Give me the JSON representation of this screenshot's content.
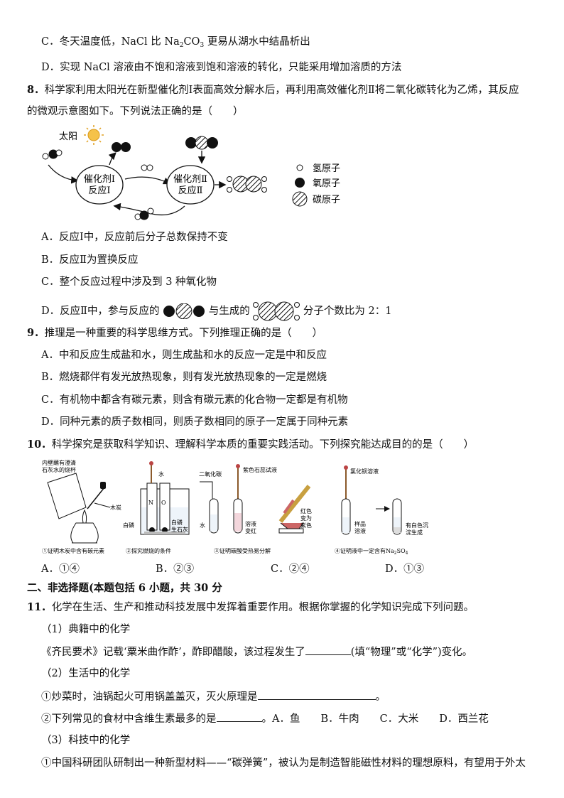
{
  "q7": {
    "c_pre": "C．冬天温度低，NaCl 比 Na",
    "c_sub1": "2",
    "c_mid": "CO",
    "c_sub2": "3",
    "c_post": " 更易从湖水中结晶析出",
    "d": "D．实现 NaCl 溶液由不饱和溶液到饱和溶液的转化，只能采用增加溶质的方法"
  },
  "q8": {
    "num": "8．",
    "stem1": "科学家利用太阳光在新型催化剂Ⅰ表面高效分解水后，再利用高效催化剂Ⅱ将二氧化碳转化为乙烯，其反应",
    "stem2": "的微观示意图如下。下列说法正确的是（　　）",
    "diagram": {
      "sun": "太阳",
      "cat1_line1": "催化剂Ⅰ",
      "cat1_line2": "反应Ⅰ",
      "cat2_line1": "催化剂Ⅱ",
      "cat2_line2": "反应Ⅱ",
      "legend_h": "氢原子",
      "legend_o": "氧原子",
      "legend_c": "碳原子"
    },
    "a": "A．反应Ⅰ中，反应前后分子总数保持不变",
    "b": "B．反应Ⅱ为置换反应",
    "c": "C．整个反应过程中涉及到 3 种氧化物",
    "d_pre": "D．反应Ⅱ中，参与反应的",
    "d_mid": "与生成的",
    "d_post": "分子个数比为 2：1"
  },
  "q9": {
    "num": "9．",
    "stem": "推理是一种重要的科学思维方式。下列推理正确的是（　　）",
    "a": "A．中和反应生成盐和水，则生成盐和水的反应一定是中和反应",
    "b": "B．燃烧都伴有发光放热现象，则有发光放热现象的一定是燃烧",
    "c": "C．有机物中都含有碳元素，则含有碳元素的化合物一定都是有机物",
    "d": "D．同种元素的质子数相同，则质子数相同的原子一定属于同种元素"
  },
  "q10": {
    "num": "10．",
    "stem": "科学探究是获取科学知识、理解科学本质的重要实践活动。下列探究能达成目的的是（　　）",
    "exp1": {
      "label_top1": "内壁蘸有澄清",
      "label_top2": "石灰水的烧杯",
      "label_charcoal": "木炭",
      "caption": "①证明木炭中含有碳元素"
    },
    "exp2": {
      "label_water": "水",
      "label_n2": "N",
      "label_o2": "O",
      "label_white_p_left": "白磷",
      "label_white_p_right": "白磷",
      "label_lime": "生石灰",
      "caption": "②探究燃烧的条件"
    },
    "exp3": {
      "label_co2": "二氧化碳",
      "label_litmus": "紫色石蕊试液",
      "label_water": "水",
      "label_sol1": "溶液",
      "label_sol2": "变红",
      "label_red1": "红色",
      "label_red2": "变为",
      "label_red3": "紫色",
      "caption": "③证明碳酸受热易分解"
    },
    "exp4": {
      "label_bacl2": "氯化钡溶液",
      "label_sample1": "样品",
      "label_sample2": "溶液",
      "label_ppt1": "有白色沉",
      "label_ppt2": "淀生成",
      "caption_pre": "④证明液中一定含有Na",
      "caption_sub1": "2",
      "caption_mid": "SO",
      "caption_sub2": "4"
    },
    "a": "A．①④",
    "b": "B．②③",
    "c": "C．②④",
    "d": "D．①③"
  },
  "section2": "二、非选择题(本题包括 6 小题，共 30 分",
  "q11": {
    "num": "11．",
    "stem": "化学在生活、生产和推动科技发展中发挥着重要作用。根据你掌握的化学知识完成下列问题。",
    "p1_title": "（1）典籍中的化学",
    "p1_text_pre": "《齐民要术》记载‘粟米曲作酢’，酢即醋酸，该过程发生了",
    "p1_text_post": "(填“物理”或“化学”)变化。",
    "p2_title": "（2）生活中的化学",
    "p2_1_pre": "①炒菜时，油锅起火可用锅盖盖灭，灭火原理是",
    "p2_1_post": "。",
    "p2_2_pre": "②下列常见的食材中含维生素最多的是",
    "p2_2_post": "。A．鱼　　B．牛肉　　C．大米　　D．西兰花",
    "p3_title": "（3）科技中的化学",
    "p3_1": "①中国科研团队研制出一种新型材料——“碳弹簧”，被认为是制造智能磁性材料的理想原料，有望用于外太"
  }
}
